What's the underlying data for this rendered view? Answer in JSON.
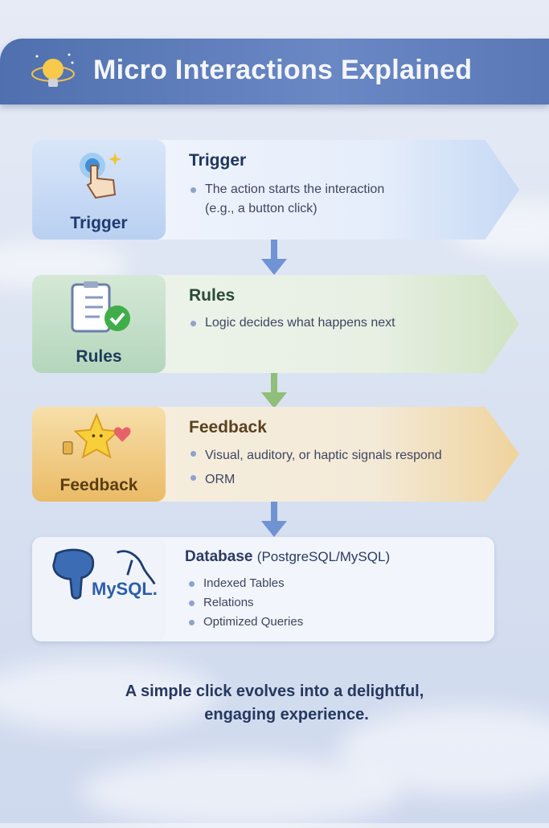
{
  "header": {
    "title": "Micro Interactions Explained"
  },
  "steps": [
    {
      "icon_label": "Trigger",
      "title": "Trigger",
      "bullets": [
        "The action starts the interaction",
        "(e.g., a button click)"
      ],
      "accent": "#7fa6e0"
    },
    {
      "icon_label": "Rules",
      "title": "Rules",
      "bullets": [
        "Logic decides what happens next"
      ],
      "accent": "#8fbf7a"
    },
    {
      "icon_label": "Feedback",
      "title": "Feedback",
      "bullets": [
        "Visual, auditory, or haptic signals respond",
        "ORM"
      ],
      "accent": "#e9b85a"
    },
    {
      "title": "Database",
      "title_suffix": "(PostgreSQL/MySQL)",
      "logo_text": "MySQL.",
      "bullets": [
        "Indexed Tables",
        "Relations",
        "Optimized Queries"
      ]
    }
  ],
  "footer": {
    "line1": "A simple click evolves into a delightful,",
    "line2": "engaging experience."
  }
}
